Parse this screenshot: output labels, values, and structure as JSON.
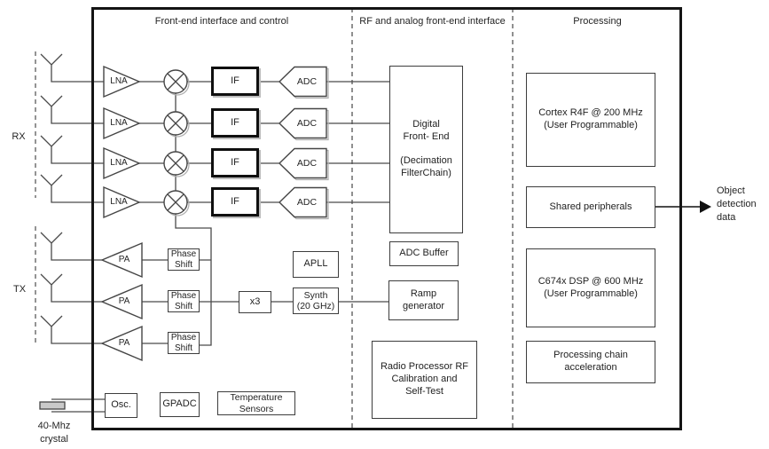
{
  "headers": {
    "front_end": "Front-end interface and control",
    "rf_analog": "RF and analog front-end interface",
    "processing": "Processing"
  },
  "labels": {
    "rx": "RX",
    "tx": "TX",
    "lna": "LNA",
    "pa": "PA",
    "if": "IF",
    "adc": "ADC",
    "phase_shift": "Phase\nShift",
    "crystal": "40-Mhz\ncrystal",
    "output": "Object\ndetection\ndata"
  },
  "blocks": {
    "dfe": "Digital\nFront- End\n\n(Decimation\nFilterChain)",
    "adc_buffer": "ADC Buffer",
    "ramp_generator": "Ramp\ngenerator",
    "radio_processor": "Radio Processor RF\nCalibration and\nSelf-Test",
    "apll": "APLL",
    "multiplier_x3": "x3",
    "synth": "Synth\n(20 GHz)",
    "cortex": "Cortex R4F @ 200 MHz\n(User Programmable)",
    "shared_peripherals": "Shared peripherals",
    "dsp": "C674x DSP @ 600 MHz\n(User Programmable)",
    "processing_chain": "Processing chain\nacceleration",
    "osc": "Osc.",
    "gpadc": "GPADC",
    "temperature_sensors": "Temperature\nSensors"
  },
  "colors": {
    "wire": "#4a4a4a",
    "shape_stroke": "#454545",
    "heavy_border": "#141414",
    "shadow": "#b0b0b0",
    "text": "#222222",
    "background": "#ffffff"
  }
}
